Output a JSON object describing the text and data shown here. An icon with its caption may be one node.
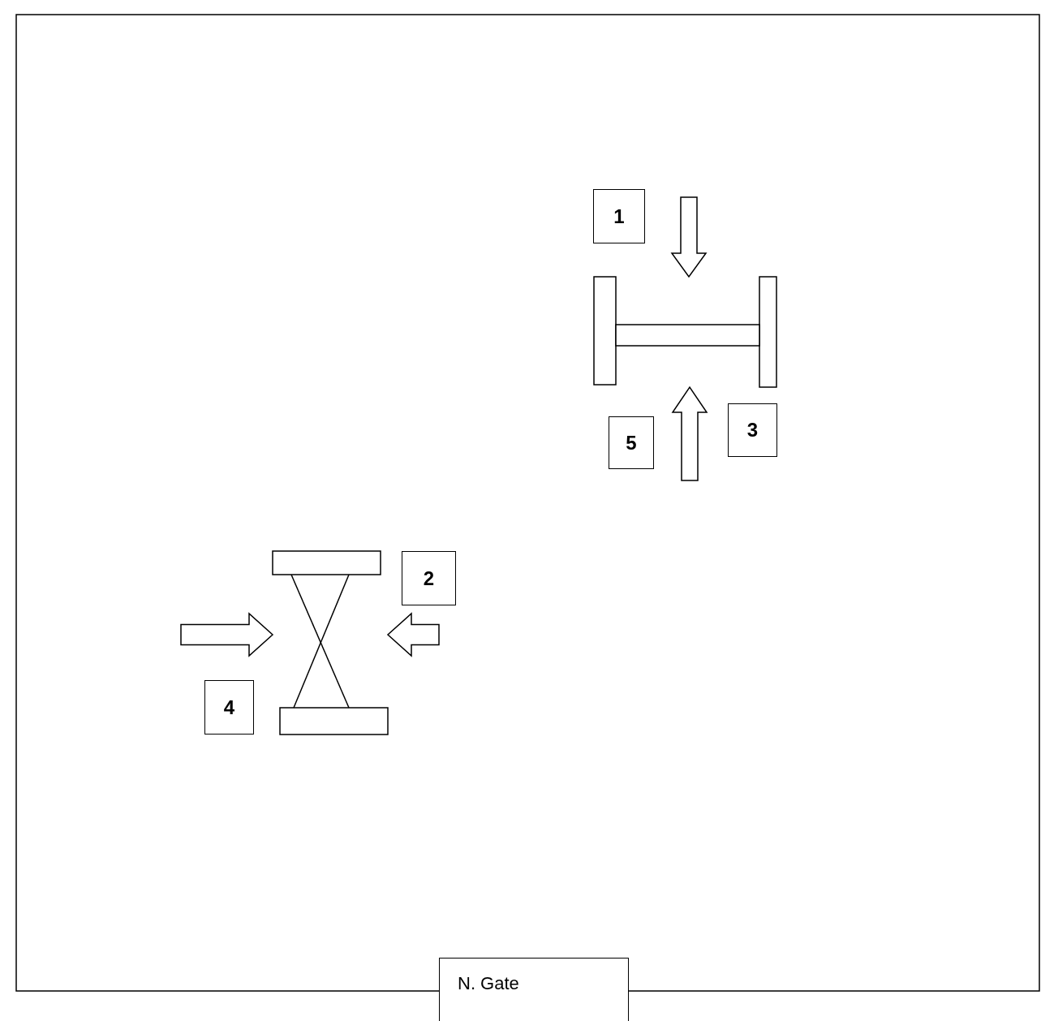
{
  "diagram": {
    "nodes": [
      {
        "text": [
          "1"
        ]
      },
      {
        "text": [],
        "shape": "picture"
      },
      {
        "text": [
          "3"
        ]
      },
      {
        "text": [
          "5"
        ]
      },
      {
        "text": [],
        "shape": "picture"
      },
      {
        "text": [
          "2"
        ]
      },
      {
        "text": [
          "4"
        ]
      },
      {
        "text": [
          "N. Gate"
        ]
      }
    ],
    "edges": [
      {
        "from": null,
        "to": 1,
        "arrow": "to"
      },
      {
        "from": null,
        "to": 1,
        "arrow": "to"
      },
      {
        "from": null,
        "to": 4,
        "arrow": "to"
      },
      {
        "from": null,
        "to": 4,
        "arrow": "to"
      }
    ]
  }
}
